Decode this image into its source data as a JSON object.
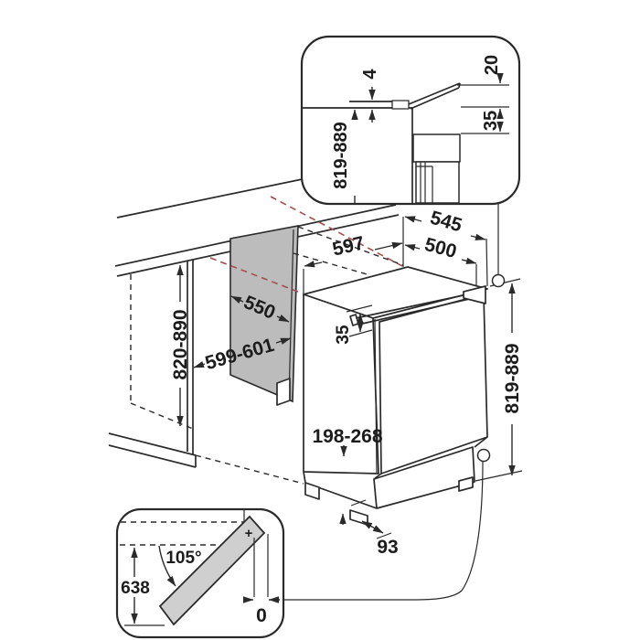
{
  "colors": {
    "ink": "#2a2a2a",
    "text": "#1c1c1c",
    "red_dash": "#a64d4d",
    "panel_fill": "#bcbcbc",
    "door_fill": "#cfcfcf",
    "background": "#ffffff"
  },
  "top_detail": {
    "worktop_gap": "4",
    "flap_protrusion": "20",
    "top_clearance": "35",
    "install_height": "819-889"
  },
  "main_view": {
    "under_counter_height": "820-890",
    "niche_depth": "550",
    "niche_width": "599-601",
    "top_width": "597",
    "top_depth": "545",
    "inner_depth": "500",
    "top_trim_height": "35",
    "appliance_height": "819-889",
    "plinth_height": "198-268",
    "plinth_recess": "93"
  },
  "door_swing": {
    "opening_angle": "105°",
    "swing_depth": "638",
    "side_clearance": "0",
    "hinge_marker": "+"
  }
}
